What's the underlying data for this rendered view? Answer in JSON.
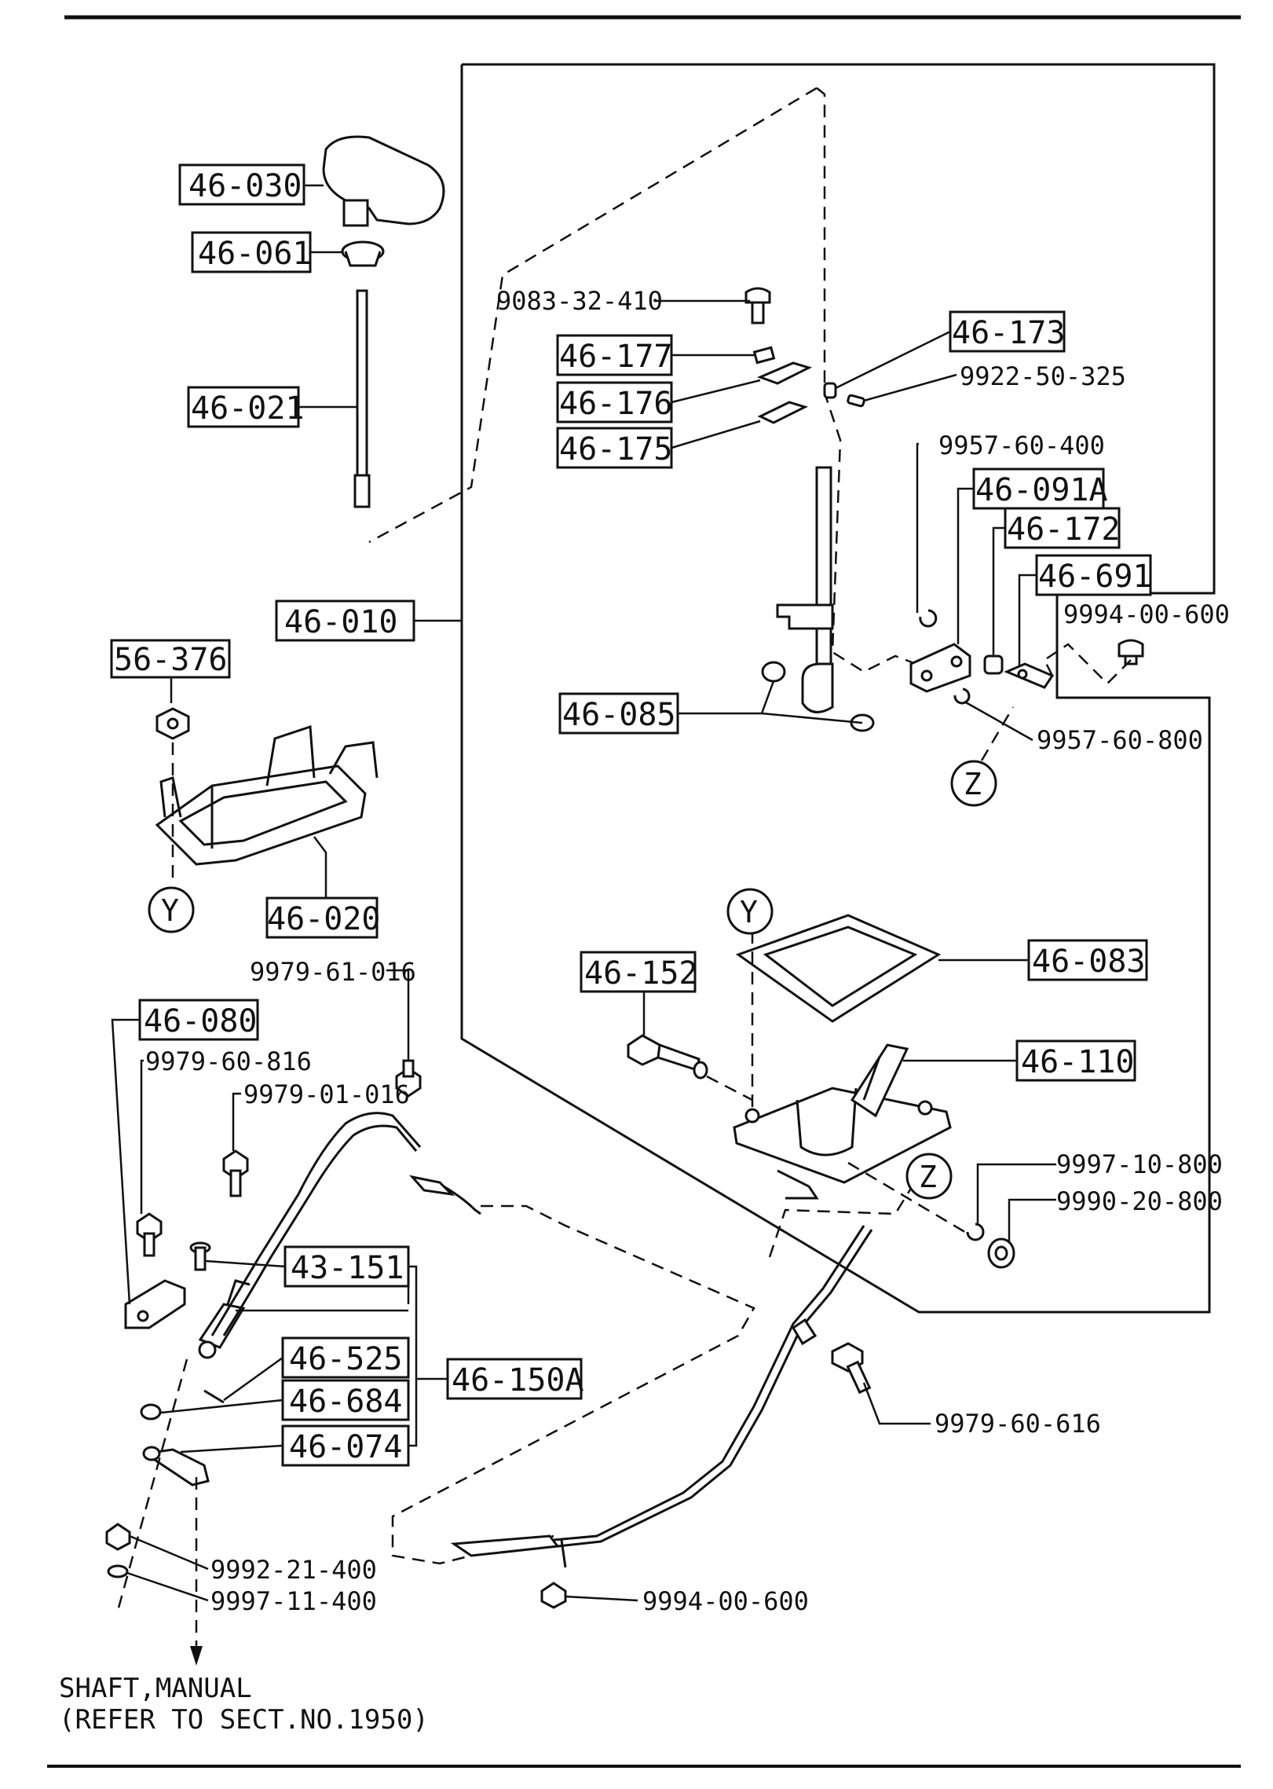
{
  "boxed_labels": {
    "b46030": "46-030",
    "b46061": "46-061",
    "b46021": "46-021",
    "b46010": "46-010",
    "b56376": "56-376",
    "b46020": "46-020",
    "b46177": "46-177",
    "b46176": "46-176",
    "b46175": "46-175",
    "b46173": "46-173",
    "b46091A": "46-091A",
    "b46172": "46-172",
    "b46691": "46-691",
    "b46085": "46-085",
    "b46152": "46-152",
    "b46083": "46-083",
    "b46110": "46-110",
    "b46080": "46-080",
    "b43151": "43-151",
    "b46525": "46-525",
    "b46684": "46-684",
    "b46074": "46-074",
    "b46150A": "46-150A"
  },
  "plain_labels": {
    "p9083": "9083-32-410",
    "p9922": "9922-50-325",
    "p9957400": "9957-60-400",
    "p9994top": "9994-00-600",
    "p9957800": "9957-60-800",
    "p9979016a": "9979-61-016",
    "p9979816": "9979-60-816",
    "p9979016b": "9979-01-016",
    "p9997800": "9997-10-800",
    "p9990": "9990-20-800",
    "p9979616": "9979-60-616",
    "p9992": "9992-21-400",
    "p9997400": "9997-11-400",
    "p9994bot": "9994-00-600"
  },
  "callouts": {
    "y1": "Y",
    "y2": "Y",
    "z1": "Z",
    "z2": "Z"
  },
  "footer_note": {
    "line1": "SHAFT,MANUAL",
    "line2": "(REFER TO SECT.NO.1950)"
  }
}
